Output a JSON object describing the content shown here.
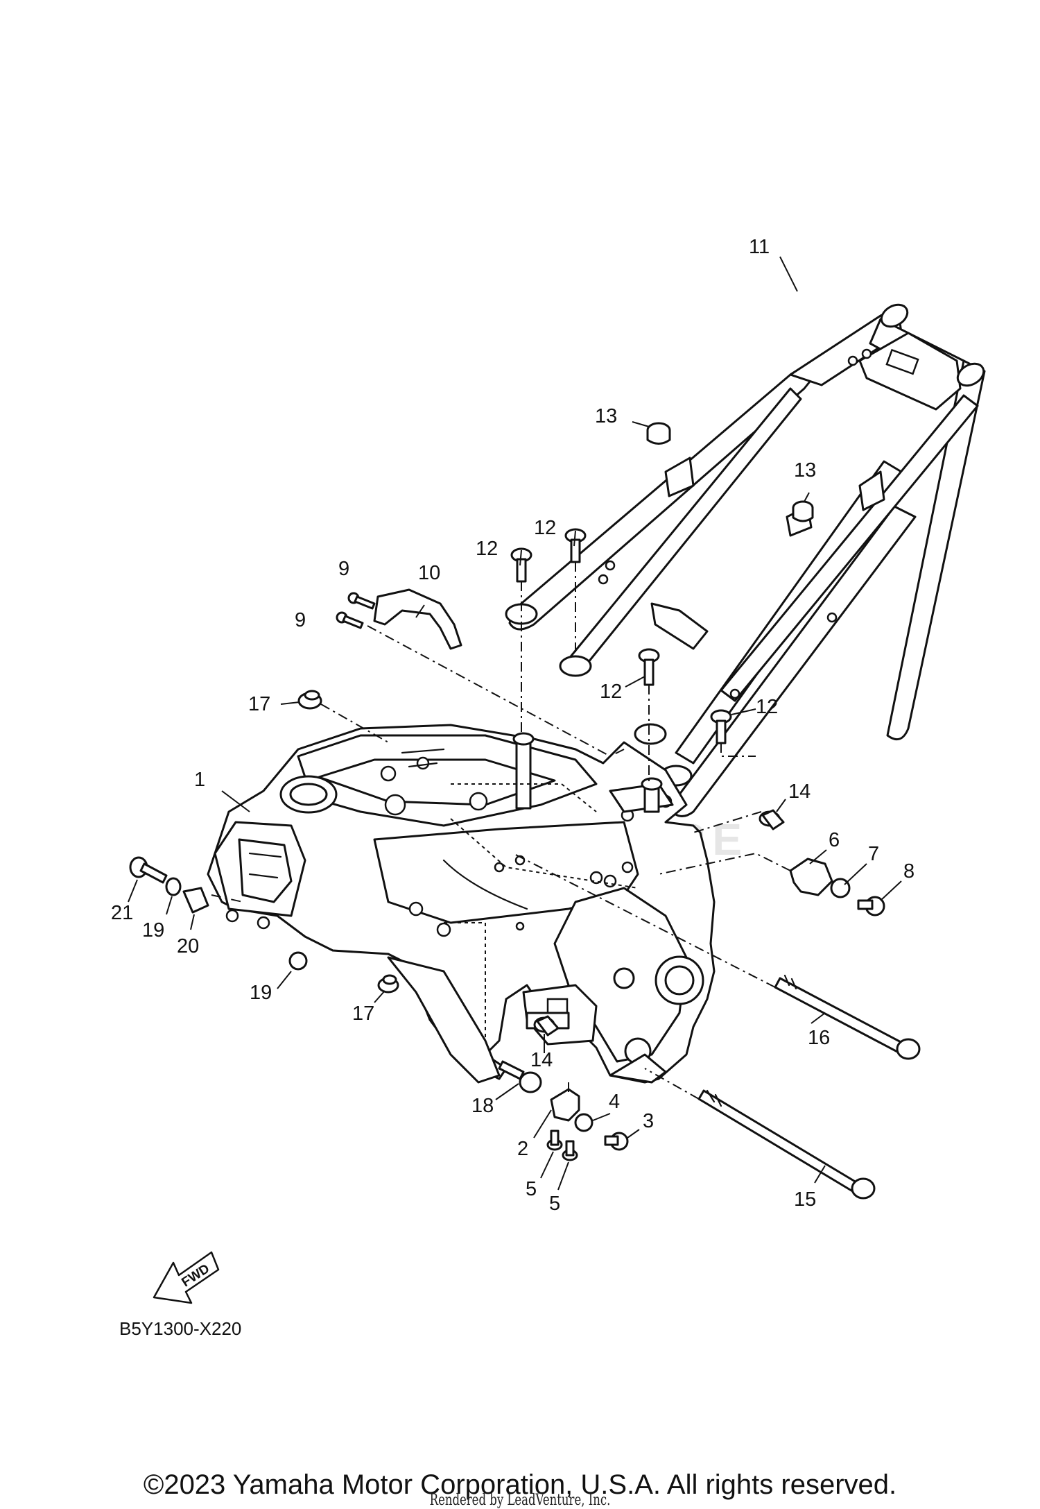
{
  "diagram_code": "B5Y1300-X220",
  "fwd_label": "FWD",
  "watermark": "LEADVENTURE",
  "copyright": "©2023 Yamaha Motor Corporation, U.S.A. All rights reserved.",
  "rendered_by": "Rendered by LeadVenture, Inc.",
  "callouts": [
    "1",
    "2",
    "3",
    "4",
    "5",
    "5",
    "6",
    "7",
    "8",
    "9",
    "9",
    "10",
    "11",
    "12",
    "12",
    "12",
    "12",
    "13",
    "13",
    "14",
    "14",
    "15",
    "16",
    "17",
    "17",
    "18",
    "19",
    "19",
    "20",
    "21"
  ]
}
